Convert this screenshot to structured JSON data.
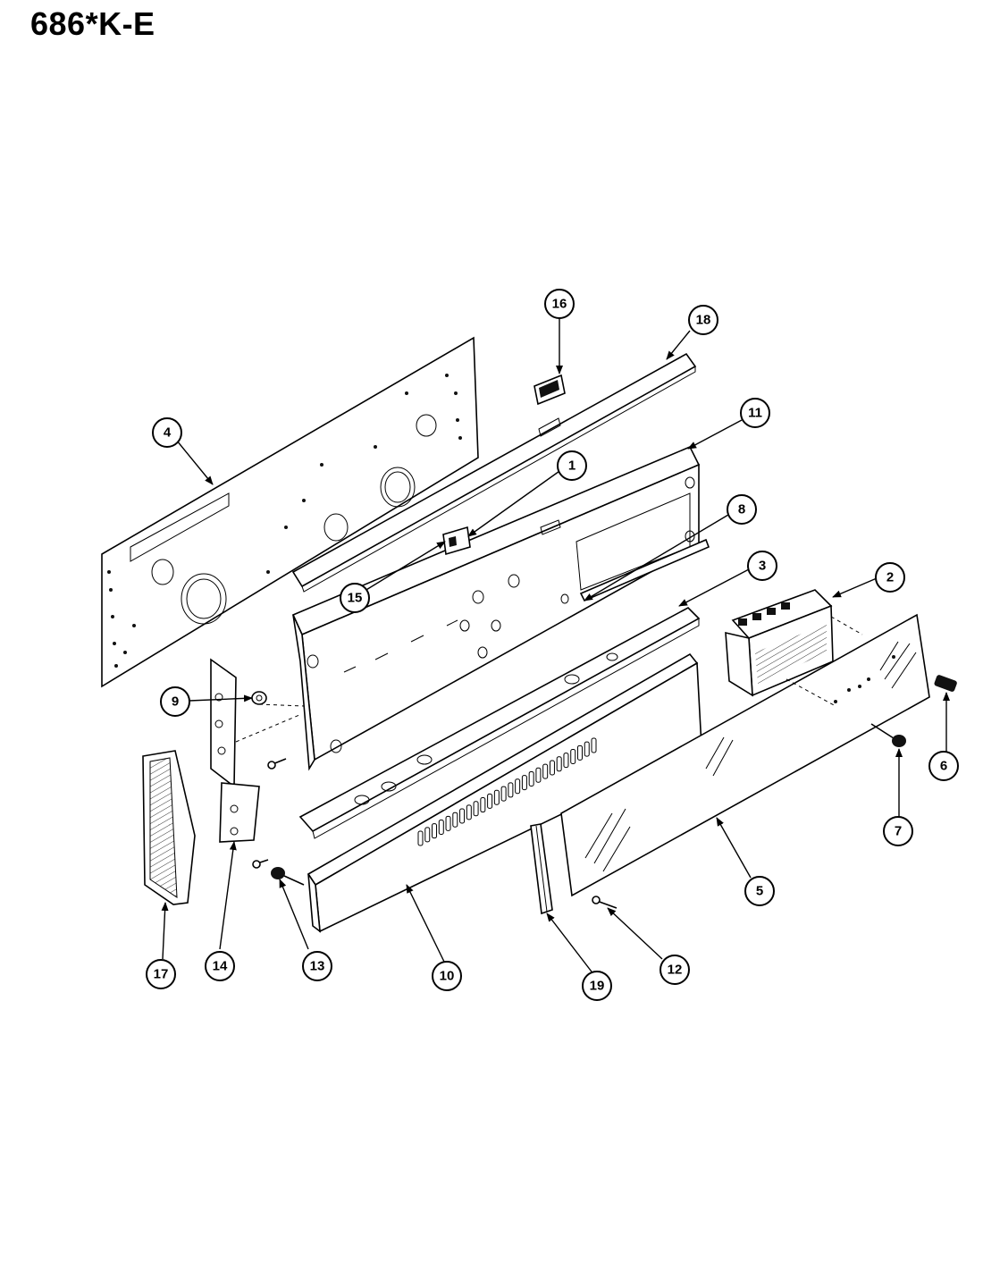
{
  "title": "686*K-E",
  "callouts": [
    {
      "id": "c1",
      "label": "1"
    },
    {
      "id": "c2",
      "label": "2"
    },
    {
      "id": "c3",
      "label": "3"
    },
    {
      "id": "c4",
      "label": "4"
    },
    {
      "id": "c5",
      "label": "5"
    },
    {
      "id": "c6",
      "label": "6"
    },
    {
      "id": "c7",
      "label": "7"
    },
    {
      "id": "c8",
      "label": "8"
    },
    {
      "id": "c9",
      "label": "9"
    },
    {
      "id": "c10",
      "label": "10"
    },
    {
      "id": "c11",
      "label": "11"
    },
    {
      "id": "c12",
      "label": "12"
    },
    {
      "id": "c13",
      "label": "13"
    },
    {
      "id": "c14",
      "label": "14"
    },
    {
      "id": "c15",
      "label": "15"
    },
    {
      "id": "c16",
      "label": "16"
    },
    {
      "id": "c17",
      "label": "17"
    },
    {
      "id": "c18",
      "label": "18"
    },
    {
      "id": "c19",
      "label": "19"
    }
  ]
}
